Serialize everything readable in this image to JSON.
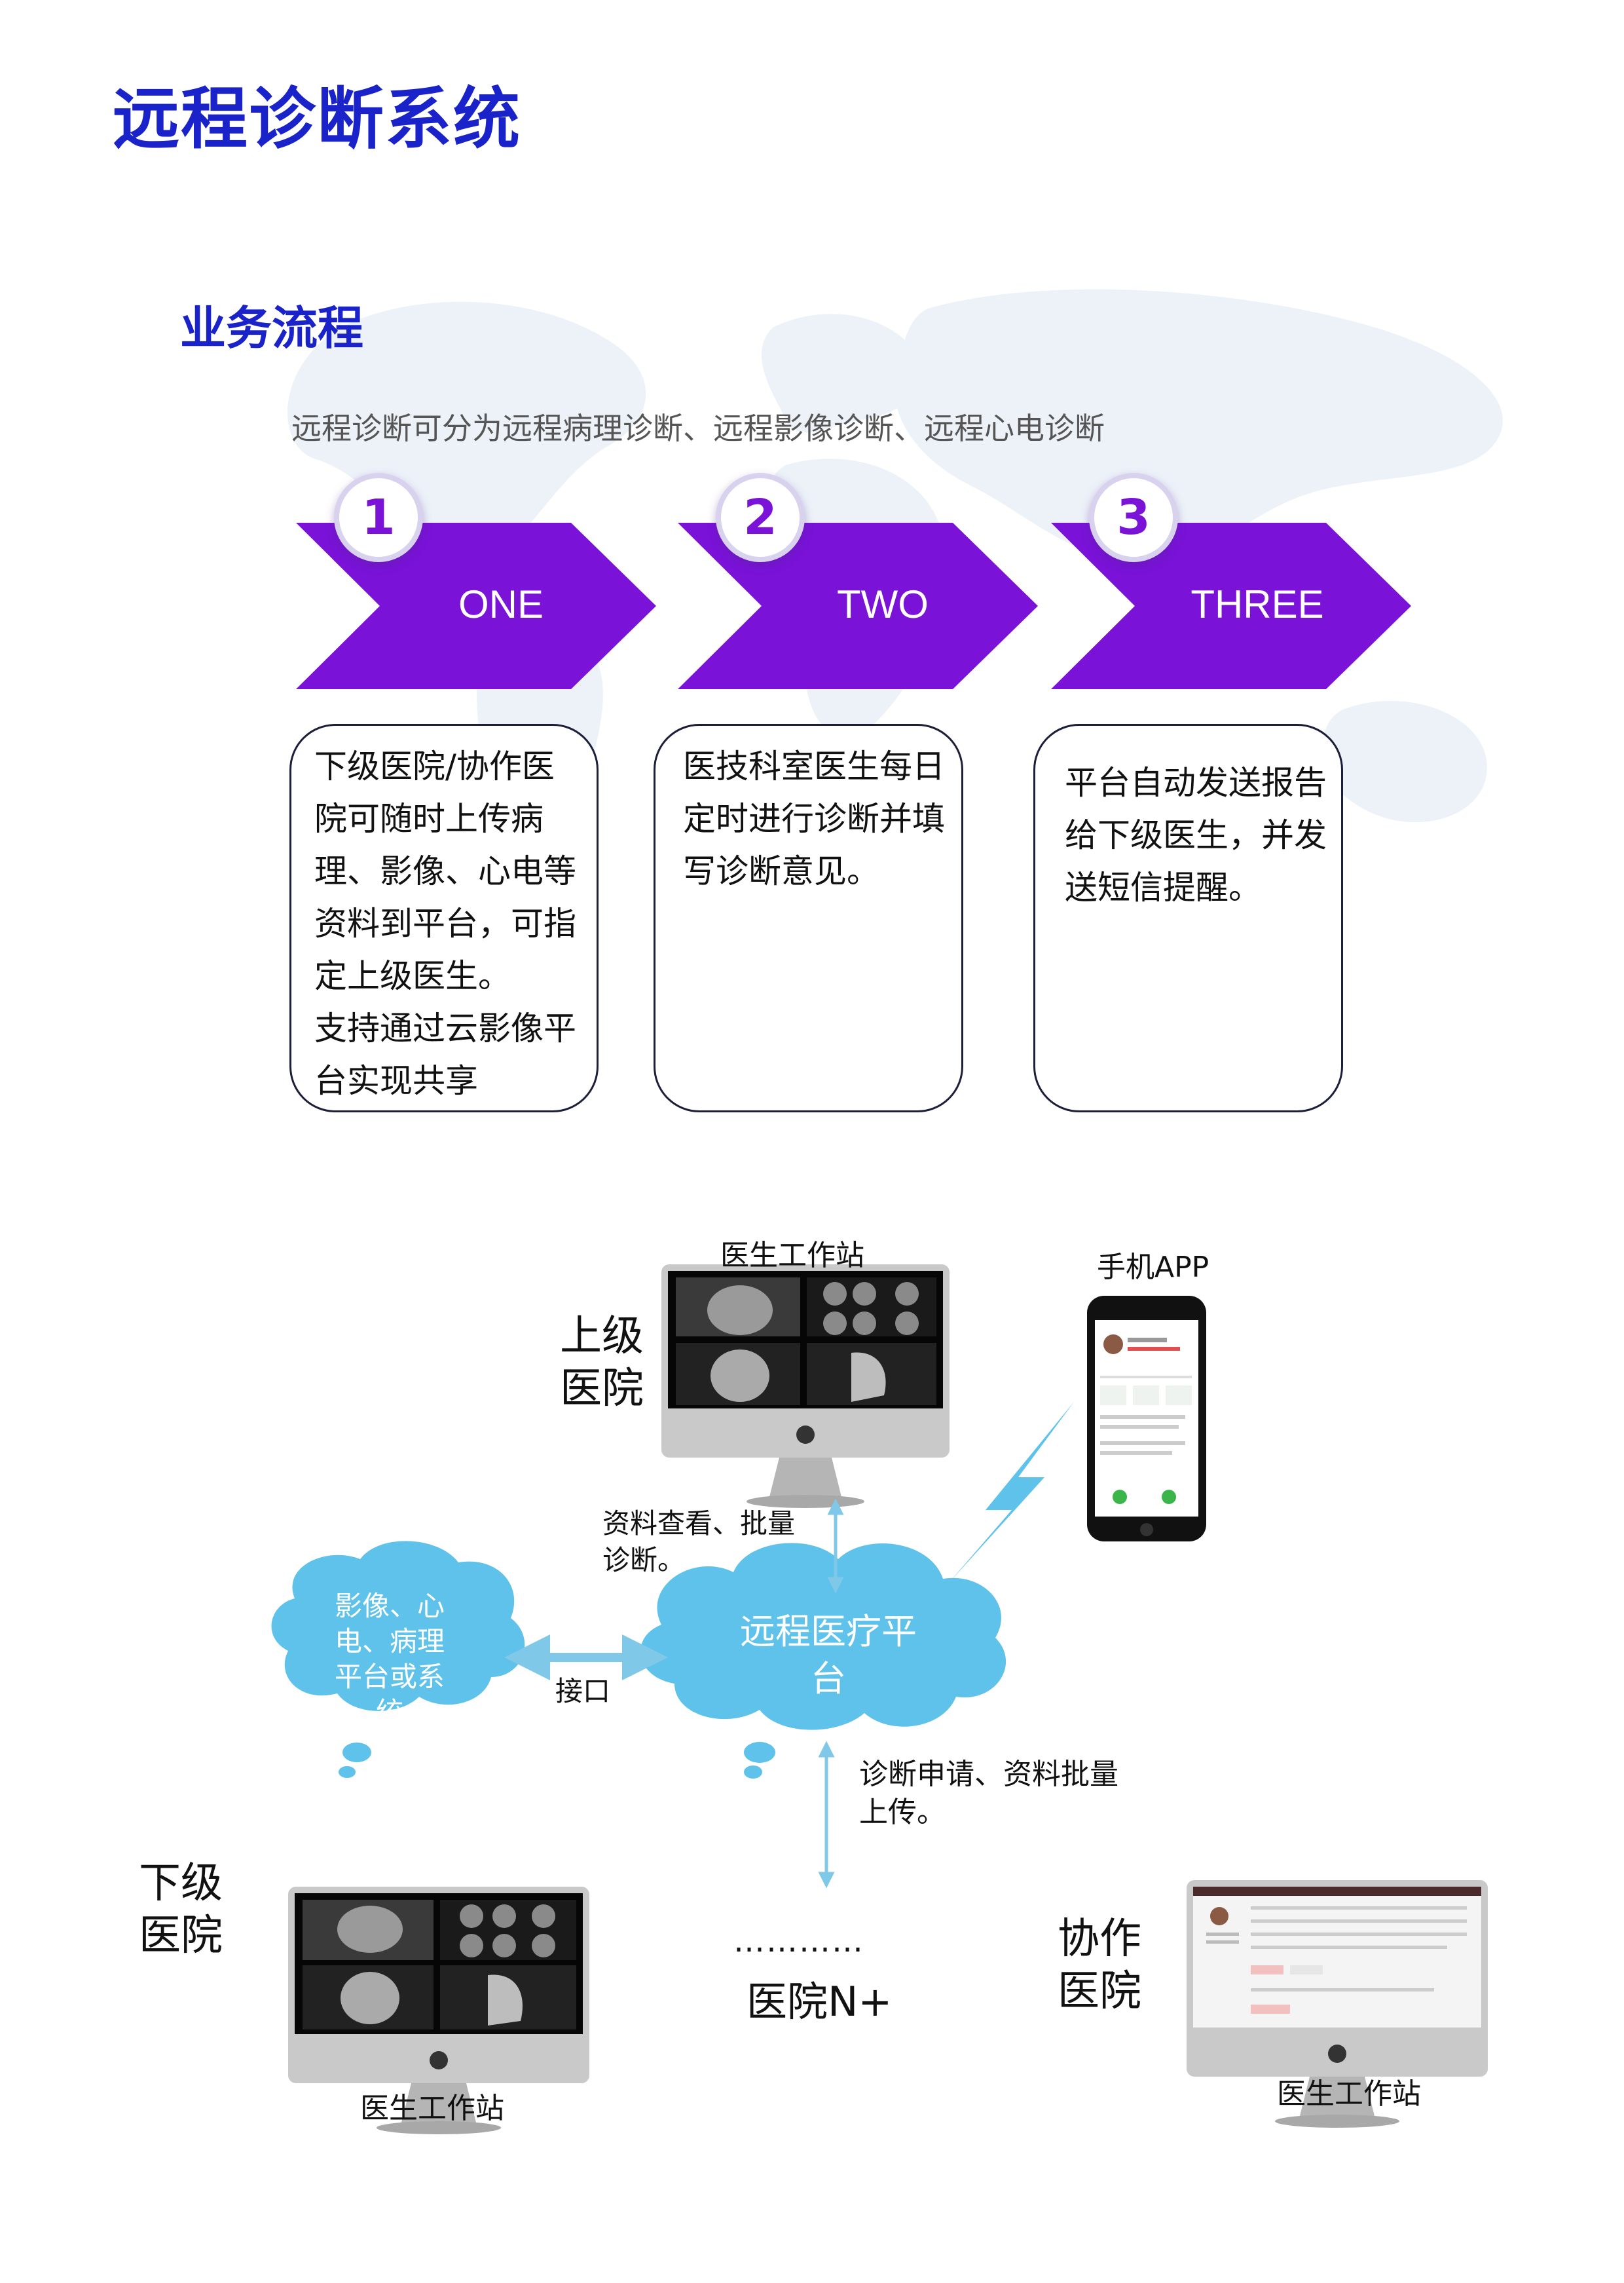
{
  "title": "远程诊断系统",
  "section_title": "业务流程",
  "subtitle": "远程诊断可分为远程病理诊断、远程影像诊断、远程心电诊断",
  "steps": [
    {
      "number": "1",
      "label": "ONE",
      "text": "下级医院/协作医\n院可随时上传病\n理、影像、心电等\n资料到平台，可指\n定上级医生。\n支持通过云影像平\n台实现共享"
    },
    {
      "number": "2",
      "label": "TWO",
      "text": "医技科室医生每日\n定时进行诊断并填\n写诊断意见。"
    },
    {
      "number": "3",
      "label": "THREE",
      "text": "平台自动发送报告\n给下级医生，并发\n送短信提醒。"
    }
  ],
  "colors": {
    "title": "#1a23c9",
    "chevron": "#7a12d8",
    "cloud": "#5ec2ea",
    "arrow": "#7fc8e8"
  },
  "diagram": {
    "upper_hospital": "上级\n医院",
    "upper_workstation": "医生工作站",
    "mobile_app": "手机APP",
    "platform": "远程医疗平\n台",
    "external_system": "影像、心\n电、病理\n平台或系\n统",
    "interface_label": "接口",
    "view_label": "资料查看、批量\n诊断。",
    "upload_label": "诊断申请、资料批量\n上传。",
    "lower_hospital": "下级\n医院",
    "lower_workstation": "医生工作站",
    "dots": "…………",
    "hospital_n": "医院N+",
    "partner_hospital": "协作\n医院",
    "partner_workstation": "医生工作站"
  }
}
